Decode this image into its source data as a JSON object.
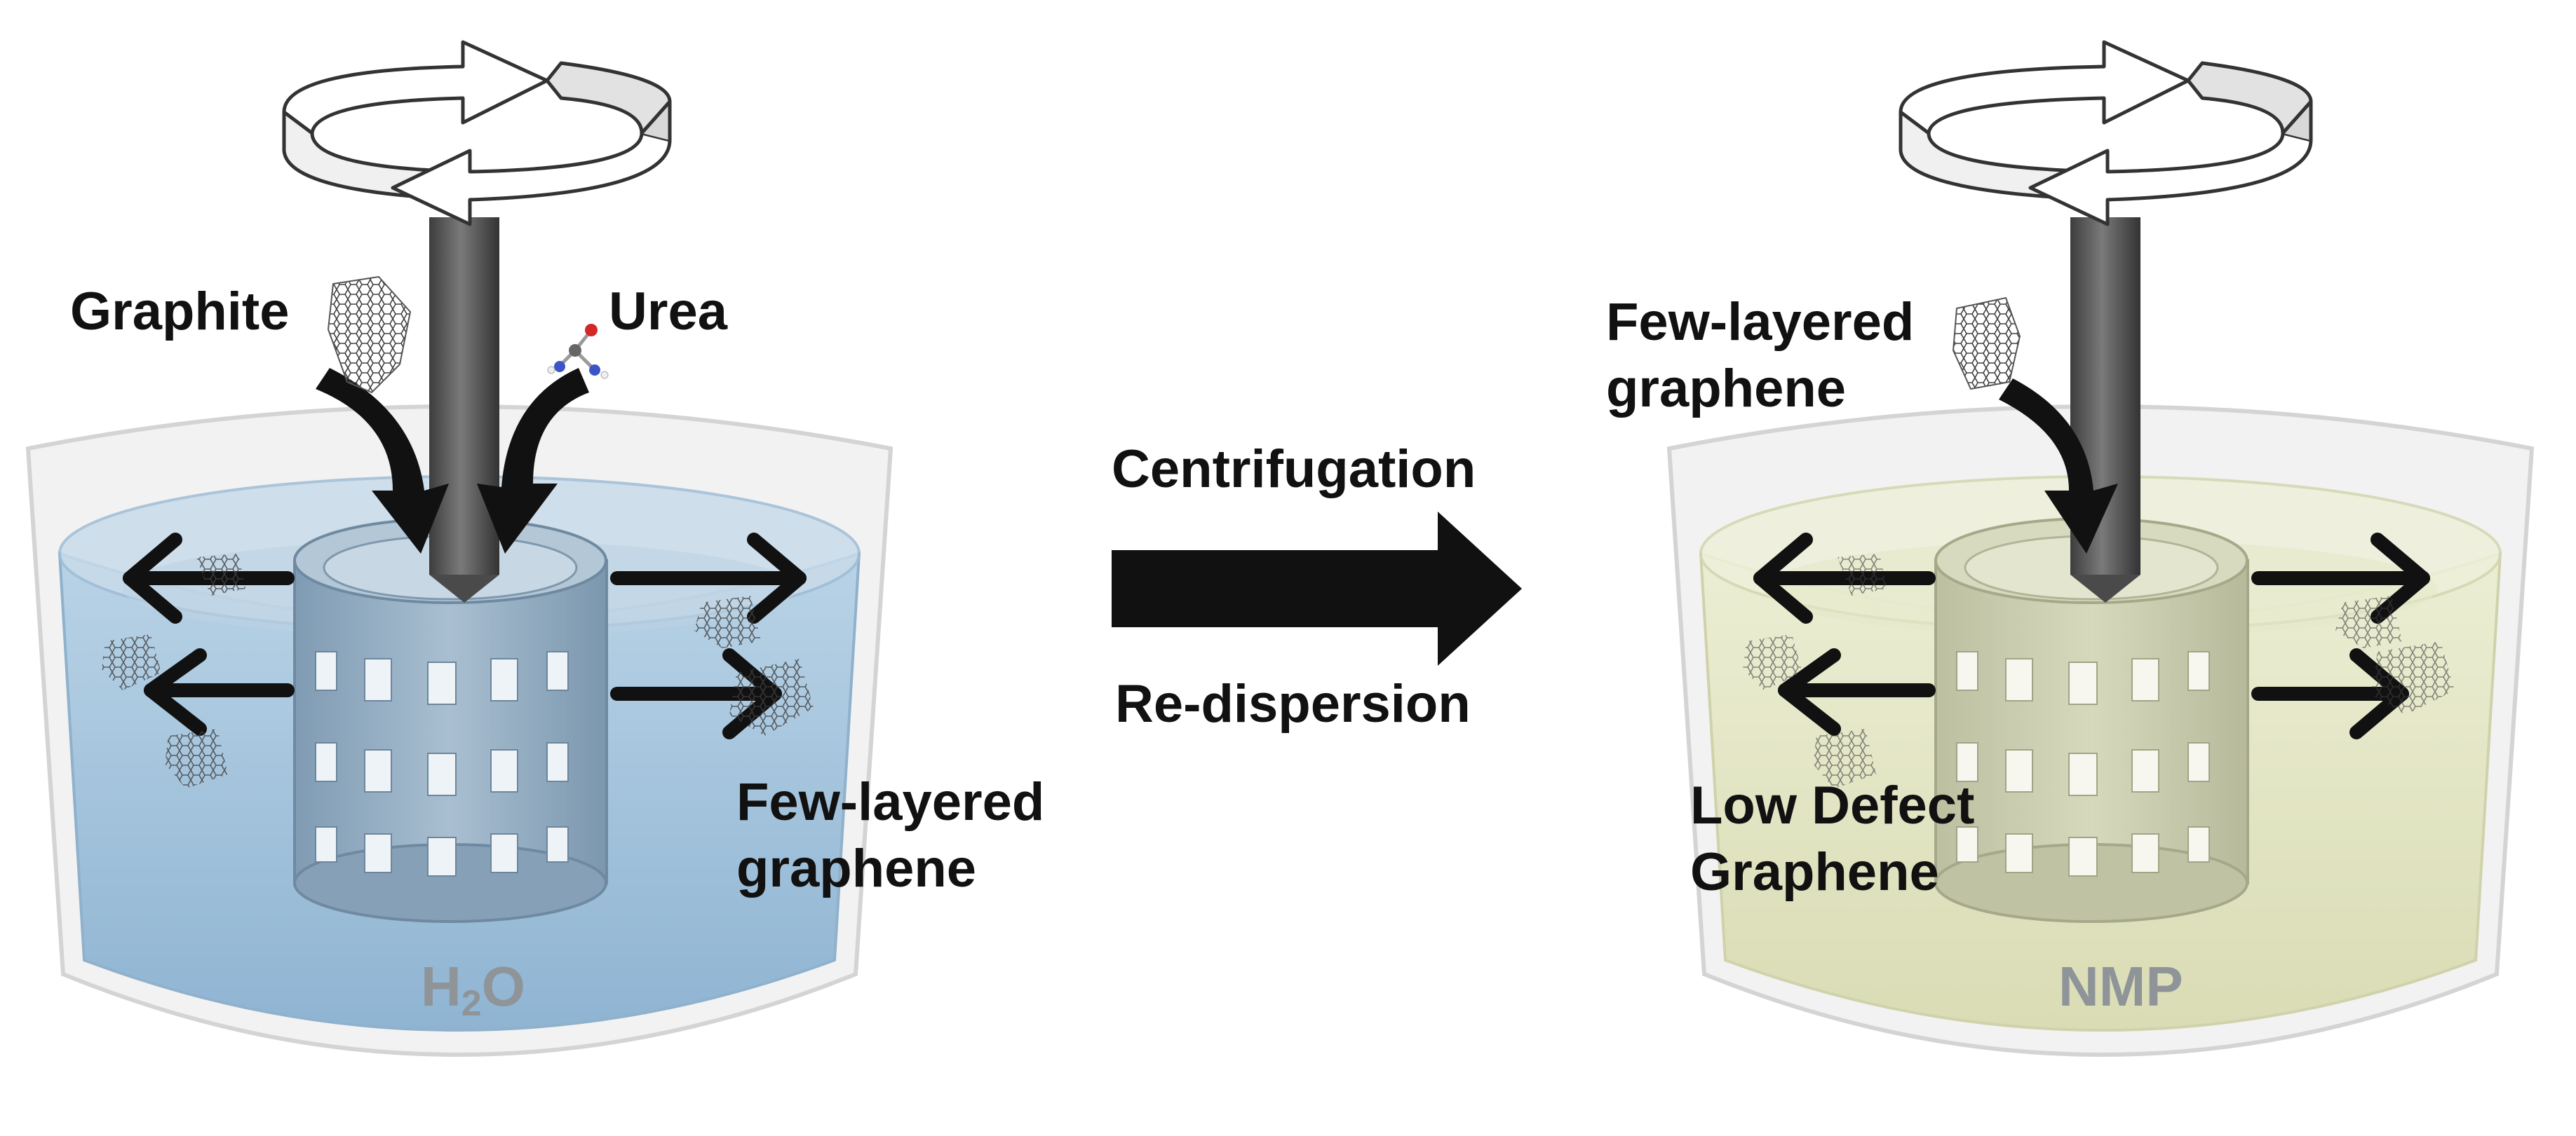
{
  "left_panel": {
    "label_graphite": "Graphite",
    "label_urea": "Urea",
    "label_product_line1": "Few-layered",
    "label_product_line2": "graphene",
    "solvent_main": "H",
    "solvent_sub": "2",
    "solvent_tail": "O",
    "liquid_color": "#9dc1dc"
  },
  "middle": {
    "label_top": "Centrifugation",
    "label_bottom": "Re-dispersion"
  },
  "right_panel": {
    "label_input_line1": "Few-layered",
    "label_input_line2": "graphene",
    "label_product_line1": "Low Defect",
    "label_product_line2": "Graphene",
    "solvent": "NMP",
    "liquid_color": "#e3e6c4"
  }
}
